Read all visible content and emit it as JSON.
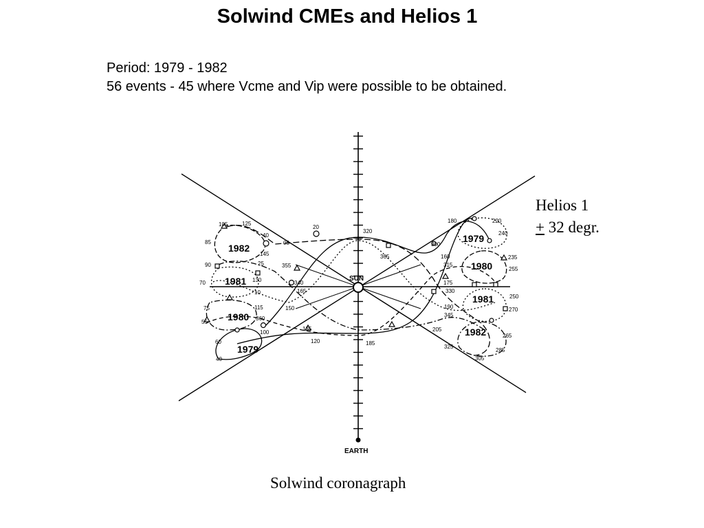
{
  "title": "Solwind CMEs and Helios 1",
  "info": {
    "period": "Period: 1979 - 1982",
    "events": "56 events - 45 where Vcme and Vip were possible to be obtained."
  },
  "helios": {
    "name": "Helios 1",
    "plusminus": "+",
    "angle": "32 degr."
  },
  "caption": "Solwind coronagraph",
  "diagram": {
    "sun_label": "SUN",
    "earth_label": "EARTH",
    "years_left": [
      "1982",
      "1981",
      "1980",
      "1979"
    ],
    "years_right": [
      "1979",
      "1980",
      "1981",
      "1982"
    ],
    "day_labels": [
      "105",
      "125",
      "85",
      "40",
      "145",
      "90",
      "25",
      "130",
      "70",
      "10",
      "115",
      "75",
      "55",
      "360",
      "100",
      "60",
      "40",
      "20",
      "05",
      "355",
      "340",
      "165",
      "150",
      "135",
      "120",
      "320",
      "365",
      "185",
      "180",
      "220",
      "240",
      "300",
      "160",
      "315",
      "235",
      "255",
      "175",
      "330",
      "250",
      "190",
      "270",
      "345",
      "205",
      "265",
      "325",
      "285",
      "305"
    ]
  },
  "colors": {
    "ink": "#000000",
    "background": "#ffffff"
  }
}
